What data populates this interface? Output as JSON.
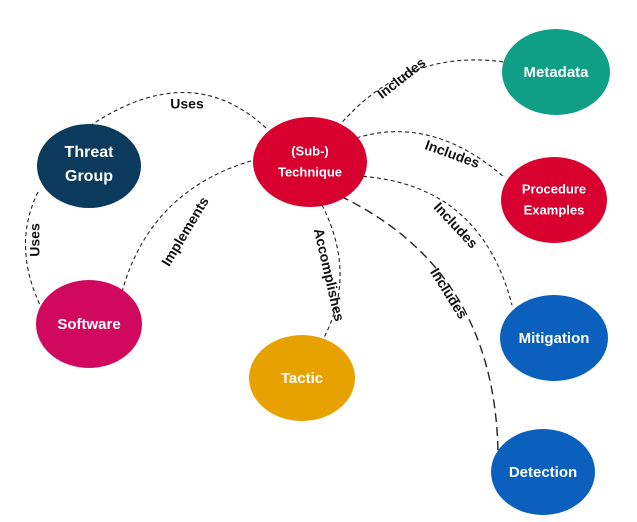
{
  "nodes": {
    "threat_group": {
      "line1": "Threat",
      "line2": "Group",
      "color": "#0b3a5c"
    },
    "technique": {
      "line1": "(Sub-)",
      "line2": "Technique",
      "color": "#d7002e"
    },
    "metadata": {
      "label": "Metadata",
      "color": "#0f9f86"
    },
    "procedure_examples": {
      "line1": "Procedure",
      "line2": "Examples",
      "color": "#d7002e"
    },
    "mitigation": {
      "label": "Mitigation",
      "color": "#0b5fbd"
    },
    "detection": {
      "label": "Detection",
      "color": "#0b5fbd"
    },
    "software": {
      "label": "Software",
      "color": "#d1095e"
    },
    "tactic": {
      "label": "Tactic",
      "color": "#e8a200"
    }
  },
  "edges": {
    "group_uses_technique": "Uses",
    "group_uses_software": "Uses",
    "software_implements_technique": "Implements",
    "technique_accomplishes_tactic": "Accomplishes",
    "technique_includes_metadata": "Includes",
    "technique_includes_procedures": "Includes",
    "technique_includes_mitigation": "Includes",
    "technique_includes_detection": "Includes"
  }
}
